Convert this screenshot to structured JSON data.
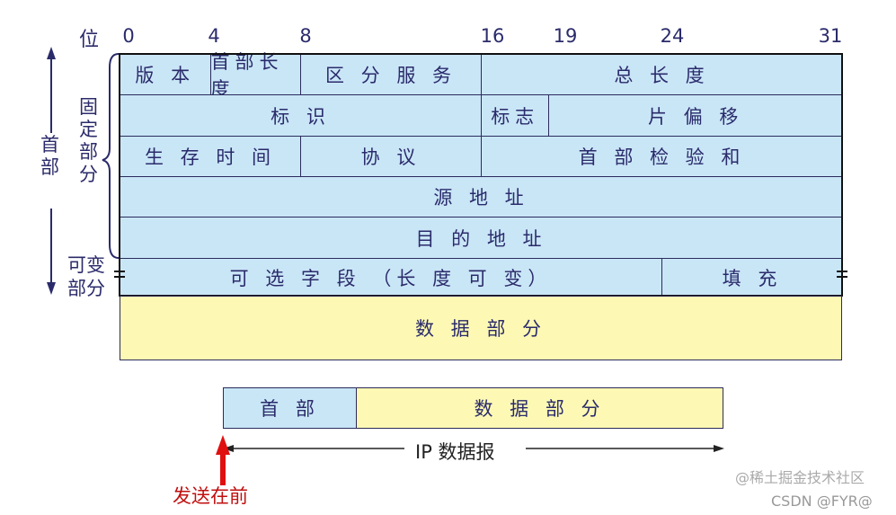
{
  "bits_label": "位",
  "bit_ticks": [
    "0",
    "4",
    "8",
    "16",
    "19",
    "24",
    "31"
  ],
  "side_labels": {
    "header": "首部",
    "fixed": "固定部分",
    "variable_1": "可变",
    "variable_2": "部分"
  },
  "rows": [
    [
      {
        "label": "版 本",
        "from": 0,
        "to": 4
      },
      {
        "label": "首部长度",
        "from": 4,
        "to": 8
      },
      {
        "label": "区 分 服 务",
        "from": 8,
        "to": 16
      },
      {
        "label": "总  长  度",
        "from": 16,
        "to": 32
      }
    ],
    [
      {
        "label": "标  识",
        "from": 0,
        "to": 16
      },
      {
        "label": "标志",
        "from": 16,
        "to": 19
      },
      {
        "label": "片  偏  移",
        "from": 19,
        "to": 32
      }
    ],
    [
      {
        "label": "生 存 时 间",
        "from": 0,
        "to": 8
      },
      {
        "label": "协  议",
        "from": 8,
        "to": 16
      },
      {
        "label": "首 部 检 验 和",
        "from": 16,
        "to": 32
      }
    ],
    [
      {
        "label": "源  地  址",
        "from": 0,
        "to": 32
      }
    ],
    [
      {
        "label": "目  的  地  址",
        "from": 0,
        "to": 32
      }
    ],
    [
      {
        "label": "可  选  字  段 （长  度  可  变）",
        "from": 0,
        "to": 24
      },
      {
        "label": "填  充",
        "from": 24,
        "to": 32
      }
    ]
  ],
  "data_part": "数    据    部    分",
  "datagram": {
    "header": "首  部",
    "data": "数    据    部    分",
    "label": "IP 数据报"
  },
  "send_first": "发送在前",
  "watermark": [
    "@稀土掘金技术社区",
    "CSDN @FYR@"
  ],
  "colors": {
    "header_fill": "#c9e6f7",
    "data_fill": "#fdf9b4",
    "text": "#2b2b6b",
    "arrow_red": "#e01010"
  }
}
